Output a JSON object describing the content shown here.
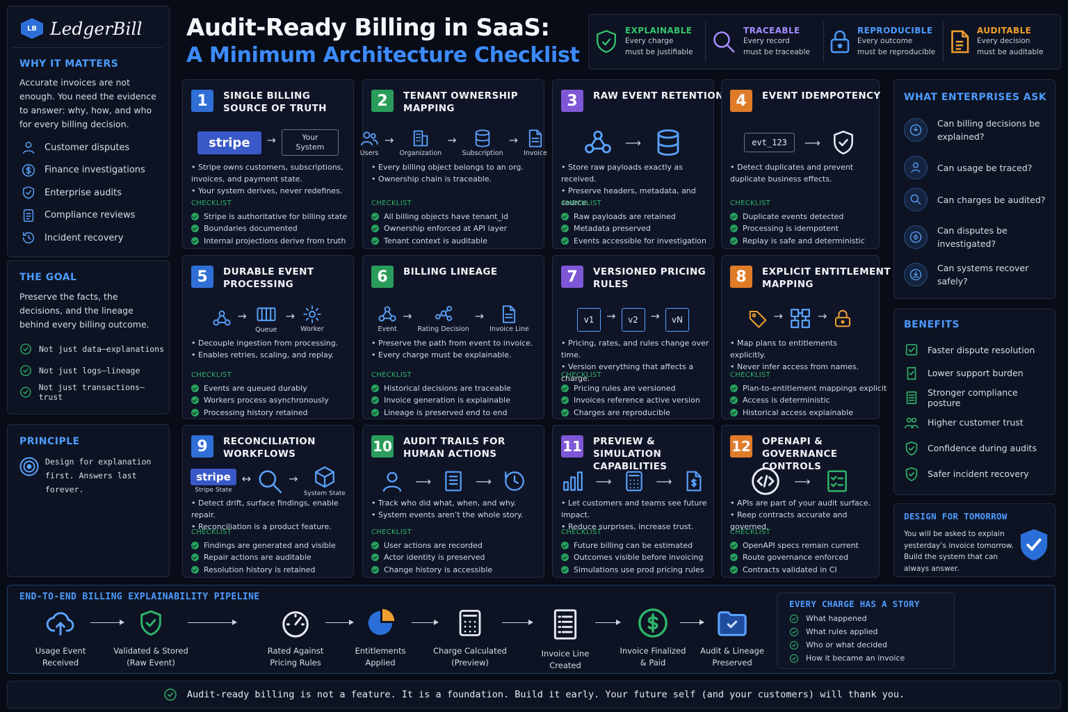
{
  "brand": {
    "logo_mark": "LB",
    "name": "LedgerBill"
  },
  "header": {
    "title_line1": "Audit-Ready Billing in SaaS:",
    "title_line2": "A Minimum Architecture Checklist",
    "badges": [
      {
        "title": "EXPLAINABLE",
        "line1": "Every charge",
        "line2": "must be justifiable",
        "color": "#35c46d",
        "icon": "shield-check-icon"
      },
      {
        "title": "TRACEABLE",
        "line1": "Every record",
        "line2": "must be traceable",
        "color": "#a58cff",
        "icon": "magnifier-icon"
      },
      {
        "title": "REPRODUCIBLE",
        "line1": "Every outcome",
        "line2": "must be reproducible",
        "color": "#4d9bff",
        "icon": "lock-icon"
      },
      {
        "title": "AUDITABLE",
        "line1": "Every decision",
        "line2": "must be auditable",
        "color": "#f0a030",
        "icon": "document-icon"
      }
    ]
  },
  "why": {
    "heading": "WHY IT MATTERS",
    "text": "Accurate invoices are not enough. You need the evidence to answer: why, how, and who for every billing decision.",
    "items": [
      "Customer disputes",
      "Finance investigations",
      "Enterprise audits",
      "Compliance reviews",
      "Incident recovery"
    ]
  },
  "goal": {
    "heading": "THE GOAL",
    "text": "Preserve the facts, the decisions, and the lineage behind every billing outcome.",
    "items": [
      "Not just data—explanations",
      "Not just logs—lineage",
      "Not just transactions—trust"
    ]
  },
  "principle": {
    "heading": "PRINCIPLE",
    "text": "Design for explanation first. Answers last forever."
  },
  "cards": [
    {
      "num": "1",
      "color": "#2f6fd6",
      "title": "Single Billing Source of Truth",
      "flow": [
        "stripe",
        "Your System"
      ],
      "bullets": [
        "Stripe owns customers, subscriptions, invoices, and payment state.",
        "Your system derives, never redefines."
      ],
      "checklist_label": "CHECKLIST",
      "checklist": [
        "Stripe is authoritative for billing state",
        "Boundaries documented",
        "Internal projections derive from truth"
      ]
    },
    {
      "num": "2",
      "color": "#2a9d5a",
      "title": "Tenant Ownership Mapping",
      "flow": [
        "Users",
        "Organization",
        "Subscription",
        "Invoice"
      ],
      "bullets": [
        "Every billing object belongs to an org.",
        "Ownership chain is traceable."
      ],
      "checklist_label": "CHECKLIST",
      "checklist": [
        "All billing objects have tenant_id",
        "Ownership enforced at API layer",
        "Tenant context is auditable"
      ]
    },
    {
      "num": "3",
      "color": "#7e57d6",
      "title": "Raw Event Retention",
      "flow": [],
      "bullets": [
        "Store raw payloads exactly as received.",
        "Preserve headers, metadata, and source."
      ],
      "checklist_label": "CHECKLIST",
      "checklist": [
        "Raw payloads are retained",
        "Metadata preserved",
        "Events accessible for investigation"
      ]
    },
    {
      "num": "4",
      "color": "#e07b28",
      "title": "Event Idempotency",
      "flow": [
        "evt_123"
      ],
      "bullets": [
        "Detect duplicates and prevent duplicate business effects."
      ],
      "checklist_label": "CHECKLIST",
      "checklist": [
        "Duplicate events detected",
        "Processing is idempotent",
        "Replay is safe and deterministic"
      ]
    },
    {
      "num": "5",
      "color": "#2f6fd6",
      "title": "Durable Event Processing",
      "flow": [
        "Queue",
        "Worker"
      ],
      "bullets": [
        "Decouple ingestion from processing.",
        "Enables retries, scaling, and replay."
      ],
      "checklist_label": "CHECKLIST",
      "checklist": [
        "Events are queued durably",
        "Workers process asynchronously",
        "Processing history retained"
      ]
    },
    {
      "num": "6",
      "color": "#2a9d5a",
      "title": "Billing Lineage",
      "flow": [
        "Event",
        "Rating Decision",
        "Invoice Line"
      ],
      "bullets": [
        "Preserve the path from event to invoice.",
        "Every charge must be explainable."
      ],
      "checklist_label": "CHECKLIST",
      "checklist": [
        "Historical decisions are traceable",
        "Invoice generation is explainable",
        "Lineage is preserved end to end"
      ]
    },
    {
      "num": "7",
      "color": "#7e57d6",
      "title": "Versioned Pricing Rules",
      "flow": [
        "v1",
        "v2",
        "vN"
      ],
      "bullets": [
        "Pricing, rates, and rules change over time.",
        "Version everything that affects a charge."
      ],
      "checklist_label": "CHECKLIST",
      "checklist": [
        "Pricing rules are versioned",
        "Invoices reference active version",
        "Charges are reproducible"
      ]
    },
    {
      "num": "8",
      "color": "#e07b28",
      "title": "Explicit Entitlement Mapping",
      "flow": [],
      "bullets": [
        "Map plans to entitlements explicitly.",
        "Never infer access from names."
      ],
      "checklist_label": "CHECKLIST",
      "checklist": [
        "Plan-to-entitlement mappings explicit",
        "Access is deterministic",
        "Historical access explainable"
      ]
    },
    {
      "num": "9",
      "color": "#2f6fd6",
      "title": "Reconciliation Workflows",
      "flow": [
        "stripe",
        "Stripe State",
        "System State"
      ],
      "bullets": [
        "Detect drift,  surface findings, enable repair.",
        "Reconciliation is a product feature."
      ],
      "checklist_label": "CHECKLIST",
      "checklist": [
        "Findings are generated and visible",
        "Repair actions are auditable",
        "Resolution history is retained"
      ]
    },
    {
      "num": "10",
      "color": "#2a9d5a",
      "title": "Audit Trails for Human Actions",
      "flow": [],
      "bullets": [
        "Track who did what, when, and why.",
        "System events aren’t the whole story."
      ],
      "checklist_label": "CHECKLIST",
      "checklist": [
        "User actions are recorded",
        "Actor identity is preserved",
        "Change history is accessible"
      ]
    },
    {
      "num": "11",
      "color": "#7e57d6",
      "title": "Preview & Simulation Capabilities",
      "flow": [],
      "bullets": [
        "Let customers and teams see future impact.",
        "Reduce surprises, increase trust."
      ],
      "checklist_label": "CHECKLIST",
      "checklist": [
        "Future billing can be estimated",
        "Outcomes visible before invoicing",
        "Simulations use prod pricing rules"
      ]
    },
    {
      "num": "12",
      "color": "#e07b28",
      "title": "OpenAPI & Governance Controls",
      "flow": [],
      "bullets": [
        "APIs are part of your audit surface.",
        "Reep contracts accurate and governed."
      ],
      "checklist_label": "CHECKLIST",
      "checklist": [
        "OpenAPI specs remain current",
        "Route governance enforced",
        "Contracts validated in CI"
      ]
    }
  ],
  "ask": {
    "heading": "WHAT ENTERPRISES ASK",
    "items": [
      "Can billing decisions be explained?",
      "Can usage be traced?",
      "Can charges be audited?",
      "Can disputes be investigated?",
      "Can systems recover safely?"
    ]
  },
  "benefits": {
    "heading": "BENEFITS",
    "items": [
      "Faster dispute resolution",
      "Lower support burden",
      "Stronger compliance posture",
      "Higher customer trust",
      "Confidence during audits",
      "Safer incident recovery"
    ]
  },
  "tomorrow": {
    "heading": "DESIGN FOR TOMORROW",
    "text": "You will be asked to explain yesterday’s invoice tomorrow. Build the system that can always answer."
  },
  "pipeline": {
    "heading": "END-TO-END BILLING EXPLAINABILITY PIPELINE",
    "steps": [
      [
        "Usage Event",
        "Received"
      ],
      [
        "Validated & Stored",
        "(Raw Event)"
      ],
      [
        "Rated Against",
        "Pricing Rules"
      ],
      [
        "Entitlements",
        "Applied"
      ],
      [
        "Charge Calculated",
        "(Preview)"
      ],
      [
        "Invoice Line",
        "Created"
      ],
      [
        "Invoice Finalized",
        "& Paid"
      ],
      [
        "Audit & Lineage",
        "Preserved"
      ]
    ]
  },
  "story": {
    "heading": "EVERY CHARGE HAS A STORY",
    "items": [
      "What happened",
      "What rules applied",
      "Who or what decided",
      "How it became an invoice"
    ]
  },
  "footer": {
    "text": "Audit-ready billing is not a feature. It is a foundation. Build it early. Your future self (and your customers) will thank you."
  }
}
